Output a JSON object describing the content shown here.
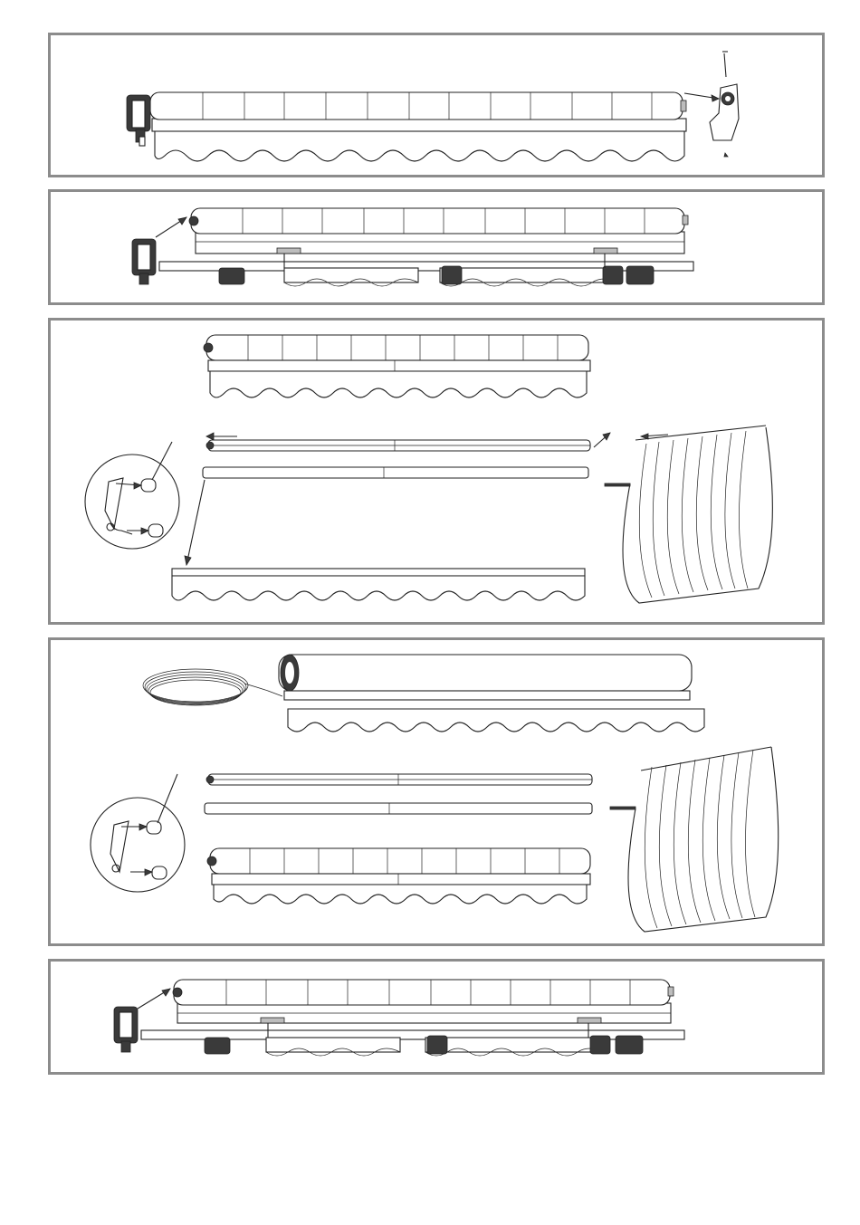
{
  "document": {
    "steps": [
      {
        "name": "step-1"
      },
      {
        "name": "step-2"
      },
      {
        "name": "step-3"
      },
      {
        "name": "step-4"
      },
      {
        "name": "step-5"
      }
    ]
  },
  "colors": {
    "frame_border": "#8c8c8c",
    "line_art": "#222222",
    "hardware_fill": "#3a3a3a",
    "background": "#ffffff"
  }
}
